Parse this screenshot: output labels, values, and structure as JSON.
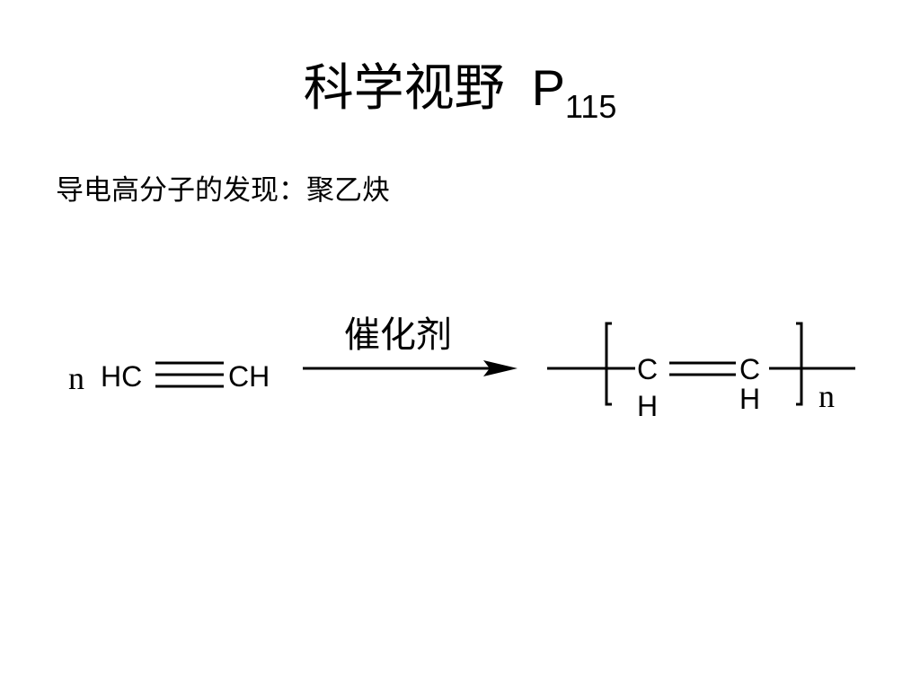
{
  "slide": {
    "title_main": "科学视野",
    "title_letter": "P",
    "title_subscript": "115",
    "subtitle": "导电高分子的发现：聚乙炔"
  },
  "reaction": {
    "reactant": {
      "coefficient": "n",
      "left_group": "HC",
      "right_group": "CH"
    },
    "catalyst": "催化剂",
    "product": {
      "atom_left": "C",
      "atom_right": "C",
      "h_left": "H",
      "h_right": "H",
      "repeat_n": "n"
    }
  }
}
